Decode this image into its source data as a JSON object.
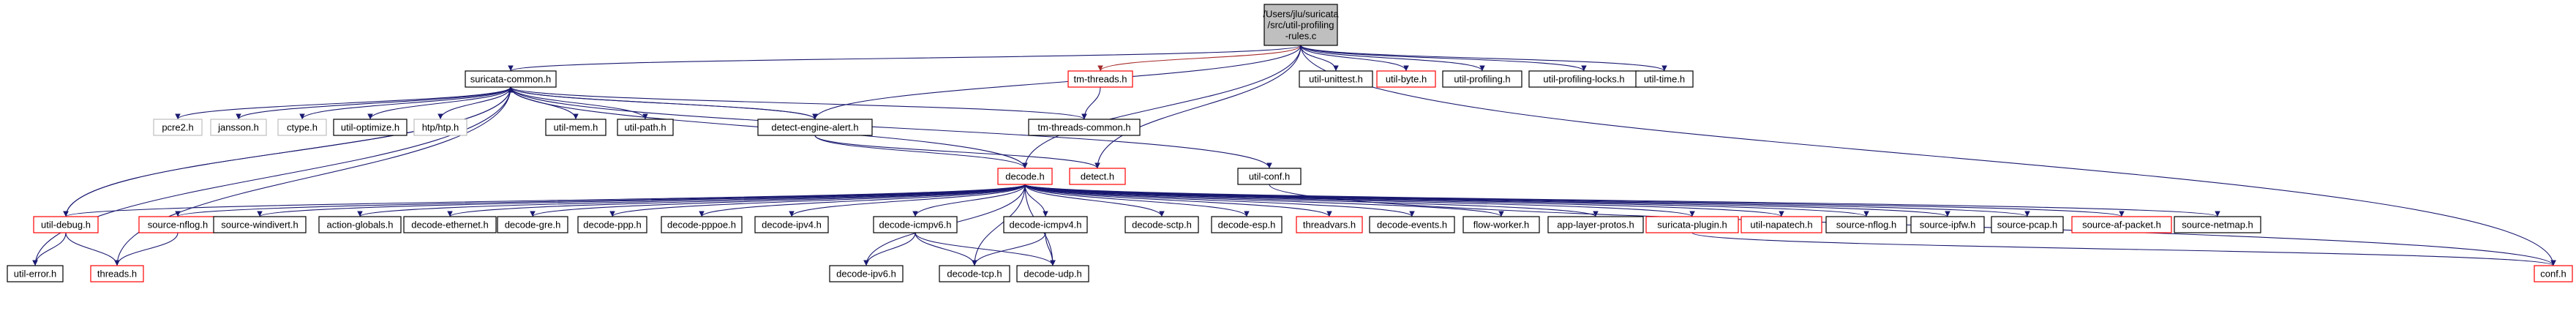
{
  "diagram": {
    "nodes": [
      {
        "id": "root",
        "lines": [
          "/Users/jlu/suricata",
          "/src/util-profiling",
          "-rules.c"
        ],
        "style": "root"
      },
      {
        "id": "suricata-common",
        "lines": [
          "suricata-common.h"
        ],
        "style": "ok"
      },
      {
        "id": "tm-threads",
        "lines": [
          "tm-threads.h"
        ],
        "style": "missing"
      },
      {
        "id": "util-unittest",
        "lines": [
          "util-unittest.h"
        ],
        "style": "ok"
      },
      {
        "id": "util-byte",
        "lines": [
          "util-byte.h"
        ],
        "style": "missing"
      },
      {
        "id": "util-profiling",
        "lines": [
          "util-profiling.h"
        ],
        "style": "ok"
      },
      {
        "id": "util-profiling-locks",
        "lines": [
          "util-profiling-locks.h"
        ],
        "style": "ok"
      },
      {
        "id": "util-time",
        "lines": [
          "util-time.h"
        ],
        "style": "ok"
      },
      {
        "id": "pcre2",
        "lines": [
          "pcre2.h"
        ],
        "style": "ghost"
      },
      {
        "id": "jansson",
        "lines": [
          "jansson.h"
        ],
        "style": "ghost"
      },
      {
        "id": "ctype",
        "lines": [
          "ctype.h"
        ],
        "style": "ghost"
      },
      {
        "id": "util-optimize",
        "lines": [
          "util-optimize.h"
        ],
        "style": "ok"
      },
      {
        "id": "htp",
        "lines": [
          "htp/htp.h"
        ],
        "style": "ghost"
      },
      {
        "id": "util-mem",
        "lines": [
          "util-mem.h"
        ],
        "style": "ok"
      },
      {
        "id": "util-path",
        "lines": [
          "util-path.h"
        ],
        "style": "ok"
      },
      {
        "id": "detect-engine-alert",
        "lines": [
          "detect-engine-alert.h"
        ],
        "style": "ok"
      },
      {
        "id": "tm-threads-common",
        "lines": [
          "tm-threads-common.h"
        ],
        "style": "ok"
      },
      {
        "id": "util-conf",
        "lines": [
          "util-conf.h"
        ],
        "style": "ok"
      },
      {
        "id": "decode",
        "lines": [
          "decode.h"
        ],
        "style": "missing"
      },
      {
        "id": "detect",
        "lines": [
          "detect.h"
        ],
        "style": "missing"
      },
      {
        "id": "util-debug",
        "lines": [
          "util-debug.h"
        ],
        "style": "missing"
      },
      {
        "id": "source-nflog",
        "lines": [
          "source-nflog.h"
        ],
        "style": "missing"
      },
      {
        "id": "source-windivert",
        "lines": [
          "source-windivert.h"
        ],
        "style": "ok"
      },
      {
        "id": "action-globals",
        "lines": [
          "action-globals.h"
        ],
        "style": "ok"
      },
      {
        "id": "decode-ethernet",
        "lines": [
          "decode-ethernet.h"
        ],
        "style": "ok"
      },
      {
        "id": "decode-gre",
        "lines": [
          "decode-gre.h"
        ],
        "style": "ok"
      },
      {
        "id": "decode-ppp",
        "lines": [
          "decode-ppp.h"
        ],
        "style": "ok"
      },
      {
        "id": "decode-pppoe",
        "lines": [
          "decode-pppoe.h"
        ],
        "style": "ok"
      },
      {
        "id": "decode-ipv4",
        "lines": [
          "decode-ipv4.h"
        ],
        "style": "ok"
      },
      {
        "id": "decode-icmpv6",
        "lines": [
          "decode-icmpv6.h"
        ],
        "style": "ok"
      },
      {
        "id": "decode-icmpv4",
        "lines": [
          "decode-icmpv4.h"
        ],
        "style": "ok"
      },
      {
        "id": "decode-sctp",
        "lines": [
          "decode-sctp.h"
        ],
        "style": "ok"
      },
      {
        "id": "decode-esp",
        "lines": [
          "decode-esp.h"
        ],
        "style": "ok"
      },
      {
        "id": "threadvars",
        "lines": [
          "threadvars.h"
        ],
        "style": "missing"
      },
      {
        "id": "decode-events",
        "lines": [
          "decode-events.h"
        ],
        "style": "ok"
      },
      {
        "id": "flow-worker",
        "lines": [
          "flow-worker.h"
        ],
        "style": "ok"
      },
      {
        "id": "app-layer-protos",
        "lines": [
          "app-layer-protos.h"
        ],
        "style": "ok"
      },
      {
        "id": "suricata-plugin",
        "lines": [
          "suricata-plugin.h"
        ],
        "style": "missing"
      },
      {
        "id": "util-napatech",
        "lines": [
          "util-napatech.h"
        ],
        "style": "missing"
      },
      {
        "id": "source-nflog2",
        "lines": [
          "source-nflog.h"
        ],
        "style": "ok"
      },
      {
        "id": "source-ipfw",
        "lines": [
          "source-ipfw.h"
        ],
        "style": "ok"
      },
      {
        "id": "source-pcap",
        "lines": [
          "source-pcap.h"
        ],
        "style": "ok"
      },
      {
        "id": "source-af-packet",
        "lines": [
          "source-af-packet.h"
        ],
        "style": "missing"
      },
      {
        "id": "source-netmap",
        "lines": [
          "source-netmap.h"
        ],
        "style": "ok"
      },
      {
        "id": "util-error",
        "lines": [
          "util-error.h"
        ],
        "style": "ok"
      },
      {
        "id": "threads",
        "lines": [
          "threads.h"
        ],
        "style": "missing"
      },
      {
        "id": "decode-ipv6",
        "lines": [
          "decode-ipv6.h"
        ],
        "style": "ok"
      },
      {
        "id": "decode-tcp",
        "lines": [
          "decode-tcp.h"
        ],
        "style": "ok"
      },
      {
        "id": "decode-udp",
        "lines": [
          "decode-udp.h"
        ],
        "style": "ok"
      },
      {
        "id": "conf",
        "lines": [
          "conf.h"
        ],
        "style": "missing"
      }
    ],
    "edges": [
      [
        "root",
        "suricata-common"
      ],
      [
        "root",
        "tm-threads",
        "red"
      ],
      [
        "root",
        "util-unittest"
      ],
      [
        "root",
        "util-byte"
      ],
      [
        "root",
        "util-profiling"
      ],
      [
        "root",
        "util-profiling-locks"
      ],
      [
        "root",
        "util-time"
      ],
      [
        "root",
        "decode"
      ],
      [
        "root",
        "detect"
      ],
      [
        "root",
        "conf"
      ],
      [
        "root",
        "detect-engine-alert"
      ],
      [
        "suricata-common",
        "pcre2"
      ],
      [
        "suricata-common",
        "jansson"
      ],
      [
        "suricata-common",
        "ctype"
      ],
      [
        "suricata-common",
        "util-optimize"
      ],
      [
        "suricata-common",
        "htp"
      ],
      [
        "suricata-common",
        "util-mem"
      ],
      [
        "suricata-common",
        "util-path"
      ],
      [
        "suricata-common",
        "detect-engine-alert"
      ],
      [
        "suricata-common",
        "tm-threads-common"
      ],
      [
        "suricata-common",
        "util-conf"
      ],
      [
        "suricata-common",
        "util-debug"
      ],
      [
        "suricata-common",
        "util-error"
      ],
      [
        "suricata-common",
        "threads"
      ],
      [
        "tm-threads",
        "tm-threads-common"
      ],
      [
        "detect-engine-alert",
        "suricata-common"
      ],
      [
        "detect-engine-alert",
        "decode"
      ],
      [
        "detect-engine-alert",
        "detect"
      ],
      [
        "util-conf",
        "conf"
      ],
      [
        "decode",
        "suricata-common"
      ],
      [
        "decode",
        "util-debug"
      ],
      [
        "decode",
        "source-nflog"
      ],
      [
        "decode",
        "source-windivert"
      ],
      [
        "decode",
        "action-globals"
      ],
      [
        "decode",
        "decode-ethernet"
      ],
      [
        "decode",
        "decode-gre"
      ],
      [
        "decode",
        "decode-ppp"
      ],
      [
        "decode",
        "decode-pppoe"
      ],
      [
        "decode",
        "decode-ipv4"
      ],
      [
        "decode",
        "decode-icmpv6"
      ],
      [
        "decode",
        "decode-icmpv4"
      ],
      [
        "decode",
        "decode-sctp"
      ],
      [
        "decode",
        "decode-esp"
      ],
      [
        "decode",
        "threadvars"
      ],
      [
        "decode",
        "decode-events"
      ],
      [
        "decode",
        "flow-worker"
      ],
      [
        "decode",
        "app-layer-protos"
      ],
      [
        "decode",
        "suricata-plugin"
      ],
      [
        "decode",
        "util-napatech"
      ],
      [
        "decode",
        "source-nflog2"
      ],
      [
        "decode",
        "source-ipfw"
      ],
      [
        "decode",
        "source-pcap"
      ],
      [
        "decode",
        "source-af-packet"
      ],
      [
        "decode",
        "source-netmap"
      ],
      [
        "decode",
        "decode-ipv6"
      ],
      [
        "decode",
        "decode-tcp"
      ],
      [
        "decode",
        "decode-udp"
      ],
      [
        "util-debug",
        "suricata-common"
      ],
      [
        "util-debug",
        "util-error"
      ],
      [
        "util-debug",
        "threads"
      ],
      [
        "source-nflog",
        "threads"
      ],
      [
        "decode-icmpv6",
        "decode-ipv6"
      ],
      [
        "decode-icmpv6",
        "decode-tcp"
      ],
      [
        "decode-icmpv6",
        "decode-udp"
      ],
      [
        "decode-icmpv4",
        "decode-tcp"
      ],
      [
        "decode-icmpv4",
        "decode-udp"
      ],
      [
        "suricata-plugin",
        "conf"
      ]
    ]
  }
}
